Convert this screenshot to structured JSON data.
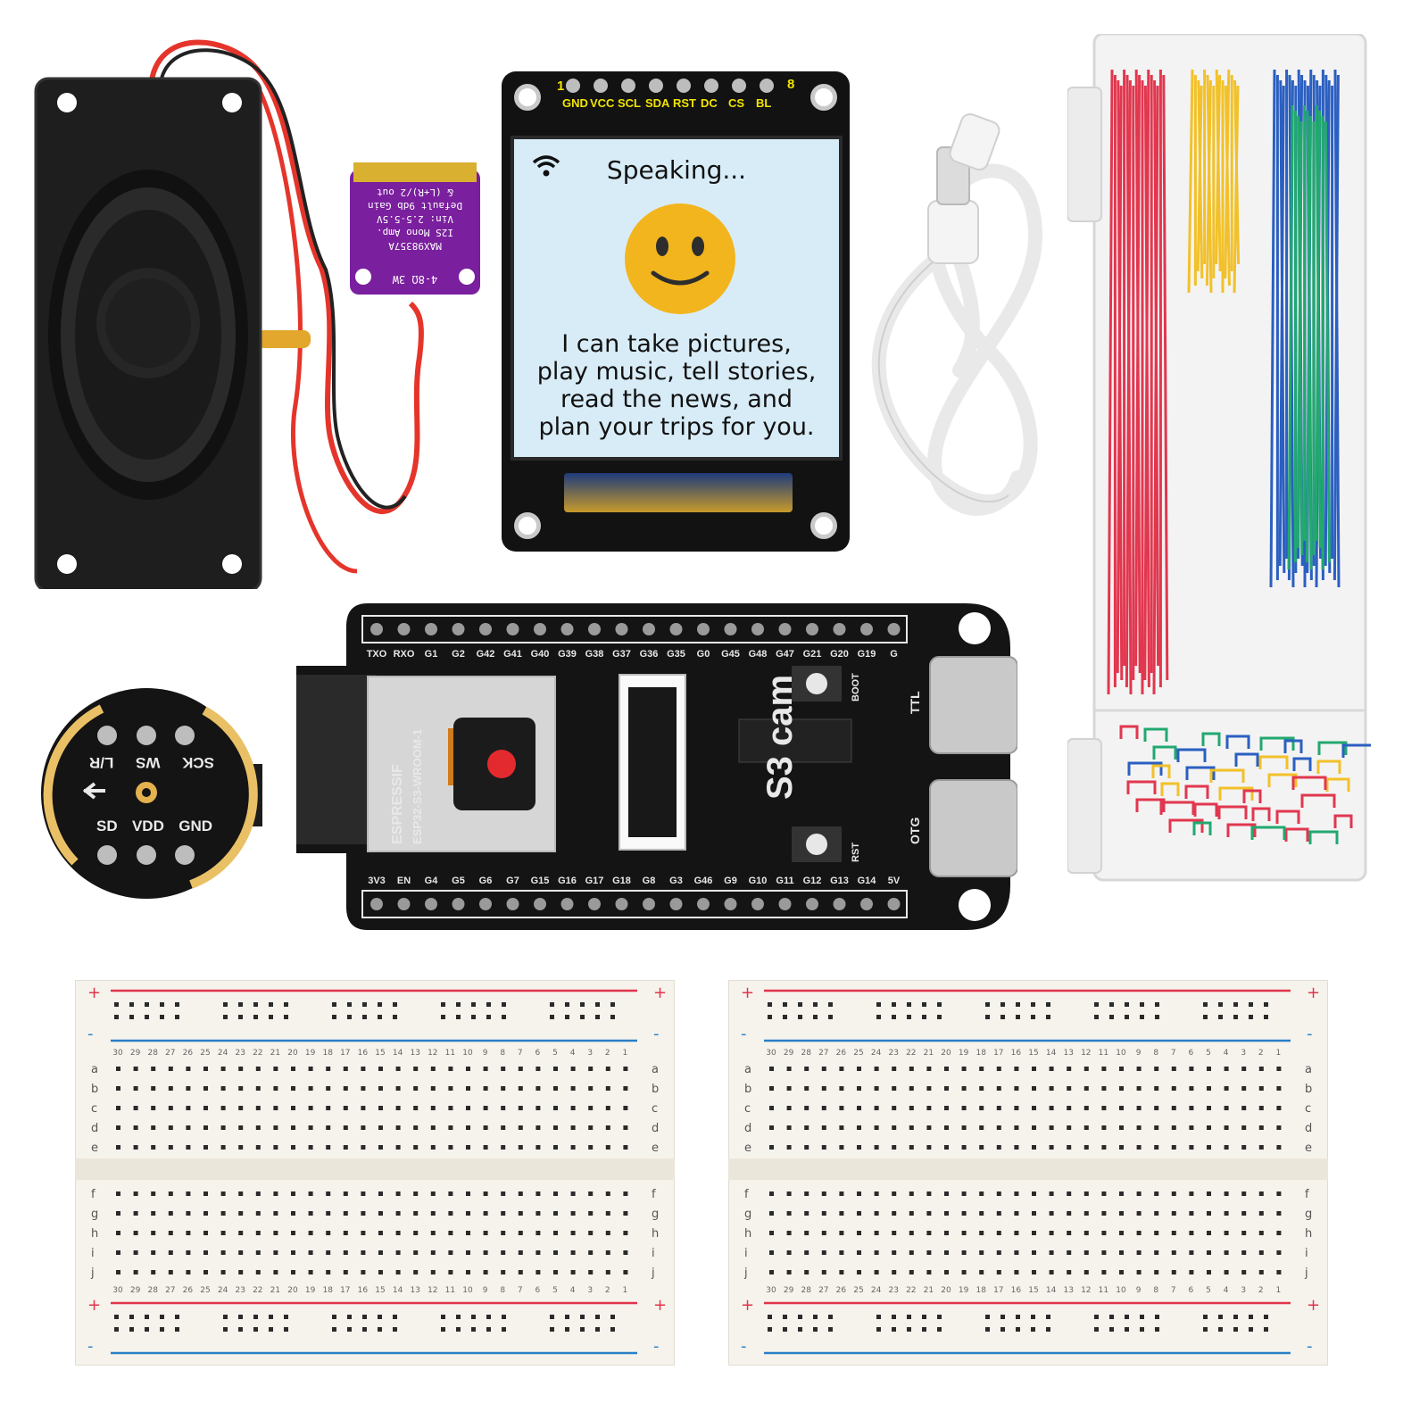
{
  "display": {
    "pin_start": "1",
    "pin_end": "8",
    "pins": [
      "GND",
      "VCC",
      "SCL",
      "SDA",
      "RST",
      "DC",
      "CS",
      "BL"
    ],
    "title": "Speaking...",
    "message": [
      "I can take pictures,",
      "play music, tell stories,",
      "read the news, and",
      "plan your trips for you."
    ]
  },
  "amp": {
    "lines": [
      "MAX98357A",
      "I2S Mono Amp.",
      "Vin: 2.5-5.5V",
      "Default 9db Gain",
      "& (L+R)/2 out"
    ],
    "bottom": "4-8Ω 3W"
  },
  "board": {
    "name": "S3 cam",
    "module_brand": "ESPRESSIF",
    "module_model": "ESP32-S3-WROOM-1",
    "top_pins": [
      "TXO",
      "RXO",
      "G1",
      "G2",
      "G42",
      "G41",
      "G40",
      "G39",
      "G38",
      "G37",
      "G36",
      "G35",
      "G0",
      "G45",
      "G48",
      "G47",
      "G21",
      "G20",
      "G19",
      "G"
    ],
    "bottom_pins": [
      "3V3",
      "EN",
      "G4",
      "G5",
      "G6",
      "G7",
      "G15",
      "G16",
      "G17",
      "G18",
      "G8",
      "G3",
      "G46",
      "G9",
      "G10",
      "G11",
      "G12",
      "G13",
      "G14",
      "5V"
    ],
    "boot": "BOOT",
    "rst": "RST",
    "ttl": "TTL",
    "otg": "OTG"
  },
  "mic": {
    "top_labels": [
      "SCK",
      "WS",
      "L/R"
    ],
    "bottom_labels": [
      "SD",
      "VDD",
      "GND"
    ]
  },
  "breadboard": {
    "plus": "+",
    "minus": "-",
    "rows_top": [
      "a",
      "b",
      "c",
      "d",
      "e"
    ],
    "rows_bottom": [
      "f",
      "g",
      "h",
      "i",
      "j"
    ]
  },
  "colors": {
    "pcb": "#141414",
    "amp_pcb": "#7a1f9e",
    "lcd_bg": "#d8ecf7",
    "smiley": "#f2b51e",
    "rail_red": "#e0354b",
    "rail_blue": "#2a7fc6"
  }
}
